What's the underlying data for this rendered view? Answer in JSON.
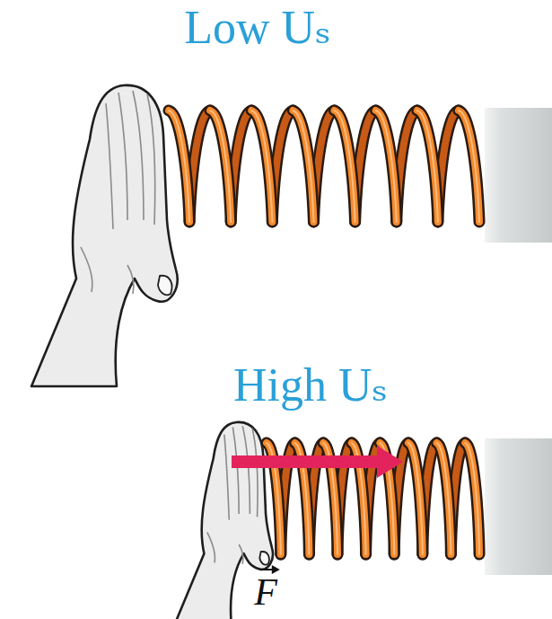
{
  "diagram": {
    "labels": [
      "Low Uₛ",
      "High Uₛ",
      "F"
    ]
  }
}
